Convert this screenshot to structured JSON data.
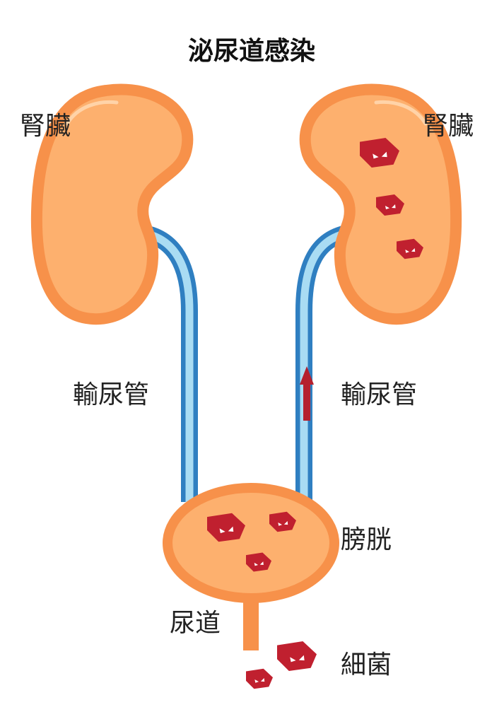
{
  "title": "泌尿道感染",
  "labels": {
    "kidney_left": "腎臟",
    "kidney_right": "腎臟",
    "ureter_left": "輸尿管",
    "ureter_right": "輸尿管",
    "bladder": "膀胱",
    "urethra": "尿道",
    "bacteria": "細菌"
  },
  "colors": {
    "organ_outline": "#F7914A",
    "organ_fill": "#FDB06E",
    "ureter_outline": "#2F7FC1",
    "ureter_fill": "#A9DCF3",
    "bacteria": "#C0202F",
    "arrow": "#B5202E"
  }
}
